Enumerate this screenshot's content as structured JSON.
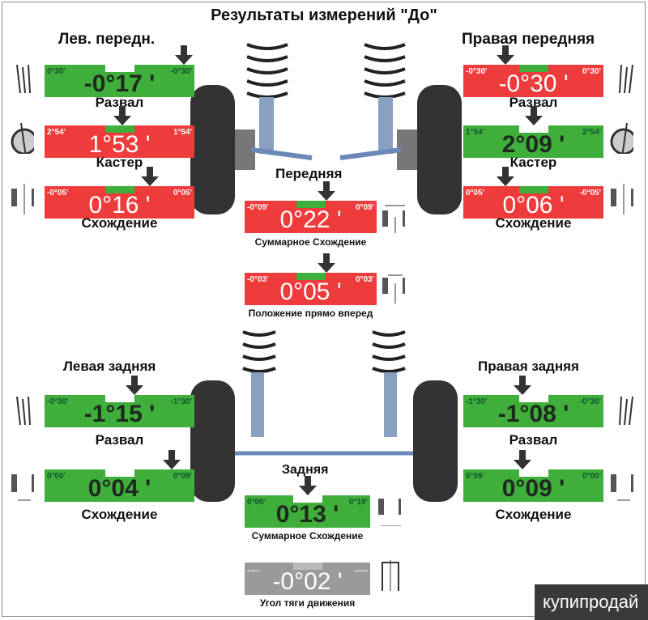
{
  "title": "Результаты измерений \"До\"",
  "sections": {
    "left_front": "Лев. передн.",
    "right_front": "Правая передняя",
    "front": "Передняя",
    "left_rear": "Левая задняя",
    "right_rear": "Правая задняя",
    "rear": "Задняя"
  },
  "gauges": {
    "lf_camber": {
      "color": "green",
      "min": "0°30'",
      "max": "-0°30'",
      "value": "-0°17 '",
      "label": "Развал"
    },
    "lf_caster": {
      "color": "red",
      "min": "2°54'",
      "max": "1°54'",
      "value": "1°53 '",
      "label": "Кастер"
    },
    "lf_toe": {
      "color": "red",
      "min": "-0°05'",
      "max": "0°05'",
      "value": "0°16 '",
      "label": "Схождение"
    },
    "rf_camber": {
      "color": "red",
      "min": "-0°30'",
      "max": "0°30'",
      "value": "-0°30 '",
      "label": "Развал"
    },
    "rf_caster": {
      "color": "green",
      "min": "1°54'",
      "max": "2°54'",
      "value": "2°09 '",
      "label": "Кастер"
    },
    "rf_toe": {
      "color": "red",
      "min": "0°05'",
      "max": "-0°05'",
      "value": "0°06 '",
      "label": "Схождение"
    },
    "front_total_toe": {
      "color": "red",
      "min": "-0°09'",
      "max": "0°09'",
      "value": "0°22 '",
      "label": "Суммарное Схождение"
    },
    "front_straight": {
      "color": "red",
      "min": "-0°03'",
      "max": "0°03'",
      "value": "0°05 '",
      "label": "Положение прямо вперед"
    },
    "lr_camber": {
      "color": "green",
      "min": "-0°30'",
      "max": "-1°30'",
      "value": "-1°15 '",
      "label": "Развал"
    },
    "lr_toe": {
      "color": "green",
      "min": "0°00'",
      "max": "0°09'",
      "value": "0°04 '",
      "label": "Схождение"
    },
    "rr_camber": {
      "color": "green",
      "min": "-1°30'",
      "max": "-0°30'",
      "value": "-1°08 '",
      "label": "Развал"
    },
    "rr_toe": {
      "color": "green",
      "min": "0°09'",
      "max": "0°00'",
      "value": "0°09 '",
      "label": "Схождение"
    },
    "rear_total_toe": {
      "color": "green",
      "min": "0°00'",
      "max": "0°19'",
      "value": "0°13 '",
      "label": "Суммарное Схождение"
    },
    "thrust_angle": {
      "color": "gray",
      "min": "......",
      "max": "......",
      "value": "-0°02 '",
      "label": "Угол тяги движения"
    }
  },
  "watermark": "купипродай"
}
